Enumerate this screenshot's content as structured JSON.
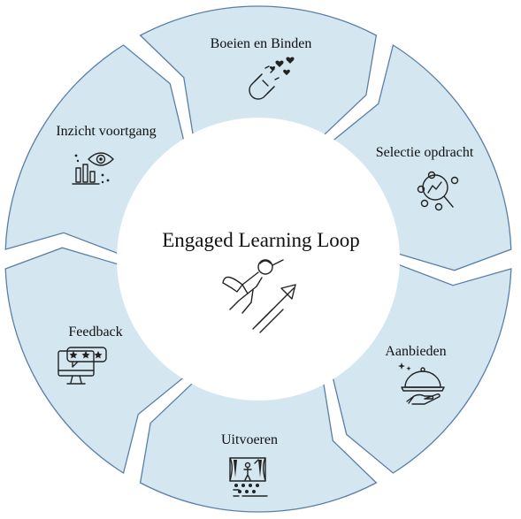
{
  "diagram": {
    "title": "Engaged Learning Loop",
    "colors": {
      "segment_fill": "#d4e6f0",
      "segment_stroke": "#5a7fa6",
      "text": "#111111"
    },
    "stages": [
      {
        "id": "s1",
        "label": "Boeien en Binden",
        "icon": "magnet-hearts-icon"
      },
      {
        "id": "s2",
        "label": "Selectie opdracht",
        "icon": "search-selection-icon"
      },
      {
        "id": "s3",
        "label": "Aanbieden",
        "icon": "serving-cloche-icon"
      },
      {
        "id": "s4",
        "label": "Uitvoeren",
        "icon": "stage-performance-icon"
      },
      {
        "id": "s5",
        "label": "Feedback",
        "icon": "monitor-rating-icon"
      },
      {
        "id": "s6",
        "label": "Inzicht voortgang",
        "icon": "eye-chart-icon"
      }
    ],
    "center_icon": "superhero-growth-icon"
  }
}
